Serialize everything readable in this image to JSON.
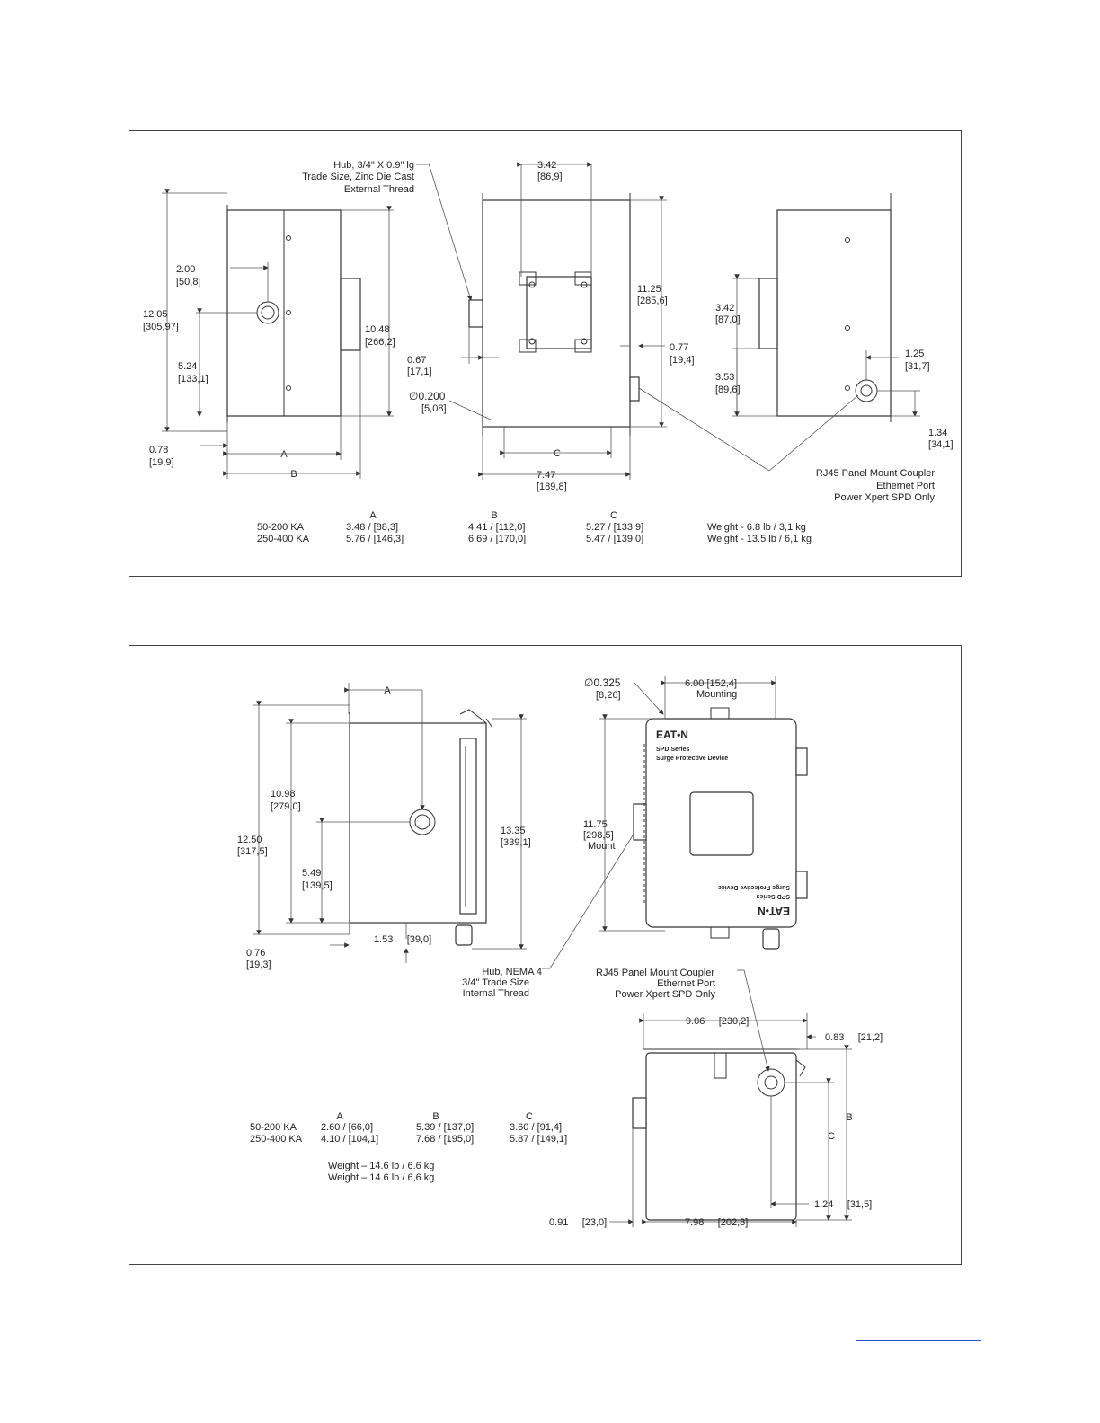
{
  "drawing1": {
    "hub_label": [
      "Hub, 3/4\" X 0.9\" lg",
      "Trade Size, Zinc Die Cast",
      "External Thread"
    ],
    "dims": {
      "d_342": [
        "3.42",
        "[86,9]"
      ],
      "d_200": [
        "2.00",
        "[50,8]"
      ],
      "d_1205": [
        "12.05",
        "[305,97]"
      ],
      "d_1048": [
        "10.48",
        "[266,2]"
      ],
      "d_524": [
        "5.24",
        "[133,1]"
      ],
      "d_067": [
        "0.67",
        "[17,1]"
      ],
      "d_1125": [
        "11.25",
        "[285,6]"
      ],
      "d_077": [
        "0.77",
        "[19,4]"
      ],
      "d_0200": [
        "∅0.200",
        "[5,08]"
      ],
      "d_078": [
        "0.78",
        "[19,9]"
      ],
      "d_747": [
        "7.47",
        "[189,8]"
      ],
      "d_342r": [
        "3.42",
        "[87,0]"
      ],
      "d_353": [
        "3.53",
        "[89,6]"
      ],
      "d_125": [
        "1.25",
        "[31,7]"
      ],
      "d_134": [
        "1.34",
        "[34,1]"
      ]
    },
    "letters": {
      "A": "A",
      "B": "B",
      "C": "C"
    },
    "rj45_label": [
      "RJ45 Panel Mount Coupler",
      "Ethernet Port",
      "Power Xpert SPD Only"
    ],
    "table": {
      "headers": [
        "A",
        "B",
        "C"
      ],
      "rows": [
        {
          "label": "50-200 KA",
          "a": "3.48 / [88,3]",
          "b": "4.41 / [112,0]",
          "c": "5.27 / [133,9]",
          "weight": "Weight - 6.8 lb / 3,1 kg"
        },
        {
          "label": "250-400 KA",
          "a": "5.76 / [146,3]",
          "b": "6.69 / [170,0]",
          "c": "5.47 / [139,0]",
          "weight": "Weight - 13.5 lb / 6,1 kg"
        }
      ]
    }
  },
  "drawing2": {
    "dims": {
      "d_1098": [
        "10.98",
        "[279,0]"
      ],
      "d_1250": [
        "12.50",
        "[317,5]"
      ],
      "d_549": [
        "5.49",
        "[139,5]"
      ],
      "d_1335": [
        "13.35",
        "[339,1]"
      ],
      "d_076": [
        "0.76",
        "[19,3]"
      ],
      "d_153": "1.53     [39,0]",
      "d_0325": [
        "∅0.325",
        "[8,26]"
      ],
      "d_600": [
        "6.00     [152,4]",
        "Mounting"
      ],
      "d_1175": [
        "11.75",
        "[298,5]",
        "Mount"
      ],
      "d_906": "9.06     [230,2]",
      "d_083": "0.83     [21,2]",
      "d_124": "1.24     [31,5]",
      "d_091": "0.91     [23,0]",
      "d_798": "7.98     [202,8]"
    },
    "letters": {
      "A": "A",
      "B": "B",
      "C": "C"
    },
    "hub_label": [
      "Hub, NEMA 4",
      "3/4\" Trade Size",
      "Internal Thread"
    ],
    "rj45_label": [
      "RJ45 Panel Mount Coupler",
      "Ethernet Port",
      "Power Xpert SPD Only"
    ],
    "nameplate": {
      "brand": "EAT•N",
      "series": "SPD Series",
      "subtitle": "Surge Protective Device"
    },
    "table": {
      "headers": [
        "A",
        "B",
        "C"
      ],
      "rows": [
        {
          "label": "50-200 KA",
          "a": "2.60 / [66,0]",
          "b": "5.39 / [137,0]",
          "c": "3.60 / [91,4]"
        },
        {
          "label": "250-400 KA",
          "a": "4.10 / [104,1]",
          "b": "7.68 / [195,0]",
          "c": "5.87 / [149,1]"
        }
      ],
      "weights": [
        "Weight – 14.6 lb / 6.6 kg",
        "Weight – 14.6 lb / 6,6 kg"
      ]
    }
  }
}
